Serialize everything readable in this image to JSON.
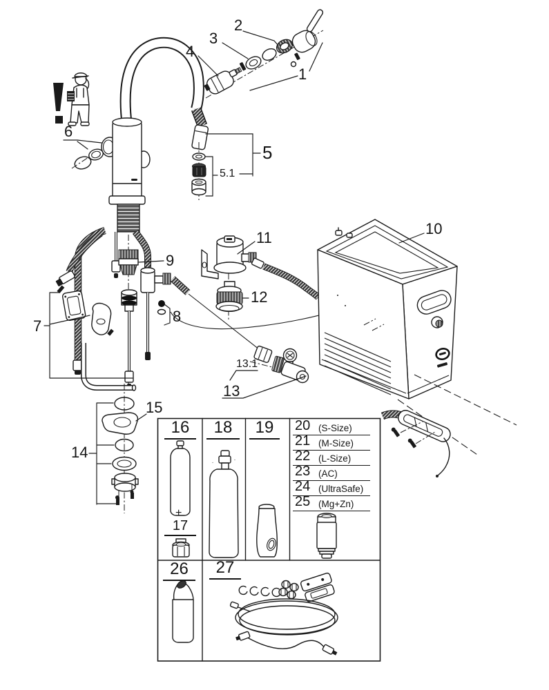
{
  "colors": {
    "ink": "#1a1a1a",
    "paper": "#ffffff"
  },
  "callouts": {
    "c1": "1",
    "c2": "2",
    "c3": "3",
    "c4": "4",
    "c5": "5",
    "c5_1": "5.1",
    "c6": "6",
    "c7": "7",
    "c8": "8",
    "c9": "9",
    "c10": "10",
    "c11": "11",
    "c12": "12",
    "c13": "13",
    "c13_1": "13.1",
    "c14": "14",
    "c15": "15"
  },
  "table": {
    "items": {
      "i16": "16",
      "i17": "17",
      "i18": "18",
      "i19": "19",
      "i26": "26",
      "i27": "27"
    },
    "plus_sign": "+",
    "variants": [
      {
        "num": "20",
        "size": "(S-Size)"
      },
      {
        "num": "21",
        "size": "(M-Size)"
      },
      {
        "num": "22",
        "size": "(L-Size)"
      },
      {
        "num": "23",
        "size": "(AC)"
      },
      {
        "num": "24",
        "size": "(UltraSafe)"
      },
      {
        "num": "25",
        "size": "(Mg+Zn)"
      }
    ]
  }
}
